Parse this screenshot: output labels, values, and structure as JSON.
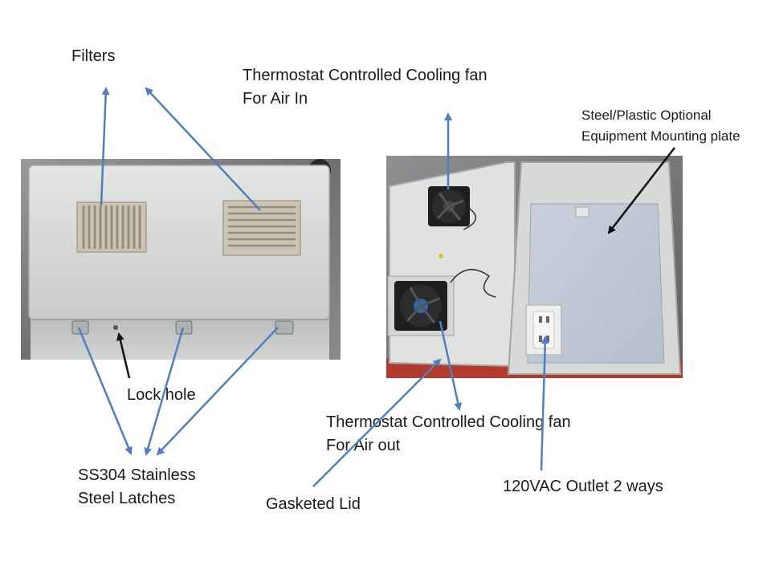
{
  "labels": {
    "filters": "Filters",
    "fan_in_line1": "Thermostat Controlled Cooling fan",
    "fan_in_line2": "For Air In",
    "mount_line1": "Steel/Plastic Optional",
    "mount_line2": "Equipment Mounting plate",
    "lock_hole": "Lock hole",
    "fan_out_line1": "Thermostat Controlled Cooling fan",
    "fan_out_line2": "For Air out",
    "latches_line1": "SS304 Stainless",
    "latches_line2": "Steel Latches",
    "gasketed_lid": "Gasketed Lid",
    "outlet": "120VAC Outlet 2 ways"
  },
  "colors": {
    "arrow_blue": "#4f7fc0",
    "arrow_black": "#111111",
    "enclosure_gray": "#d9dcd9",
    "vent_beige": "#c9c2b4",
    "background_counter": "#7d7d80"
  },
  "photos": {
    "left": "closed-enclosure-with-filter-vents",
    "right": "open-enclosure-with-fans-and-outlet"
  }
}
